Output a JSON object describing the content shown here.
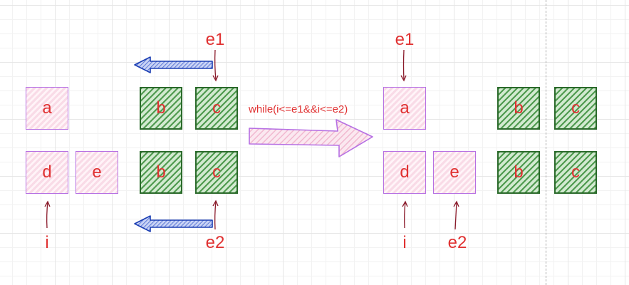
{
  "colors": {
    "text": "#e03131",
    "pink_stroke": "#b66fe3",
    "green_stroke": "#2b6a2b",
    "blue_arrow": "#1c3fb3",
    "pointer": "#8a1a2a"
  },
  "before": {
    "row1": [
      "a",
      "b",
      "c"
    ],
    "row2": [
      "d",
      "e",
      "b",
      "c"
    ],
    "pointers": {
      "e1": "e1",
      "e2": "e2",
      "i": "i"
    }
  },
  "transition": {
    "condition": "while(i<=e1&&i<=e2)"
  },
  "after": {
    "row1": [
      "a",
      "b",
      "c"
    ],
    "row2": [
      "d",
      "e",
      "b",
      "c"
    ],
    "pointers": {
      "e1": "e1",
      "e2": "e2",
      "i": "i"
    }
  }
}
